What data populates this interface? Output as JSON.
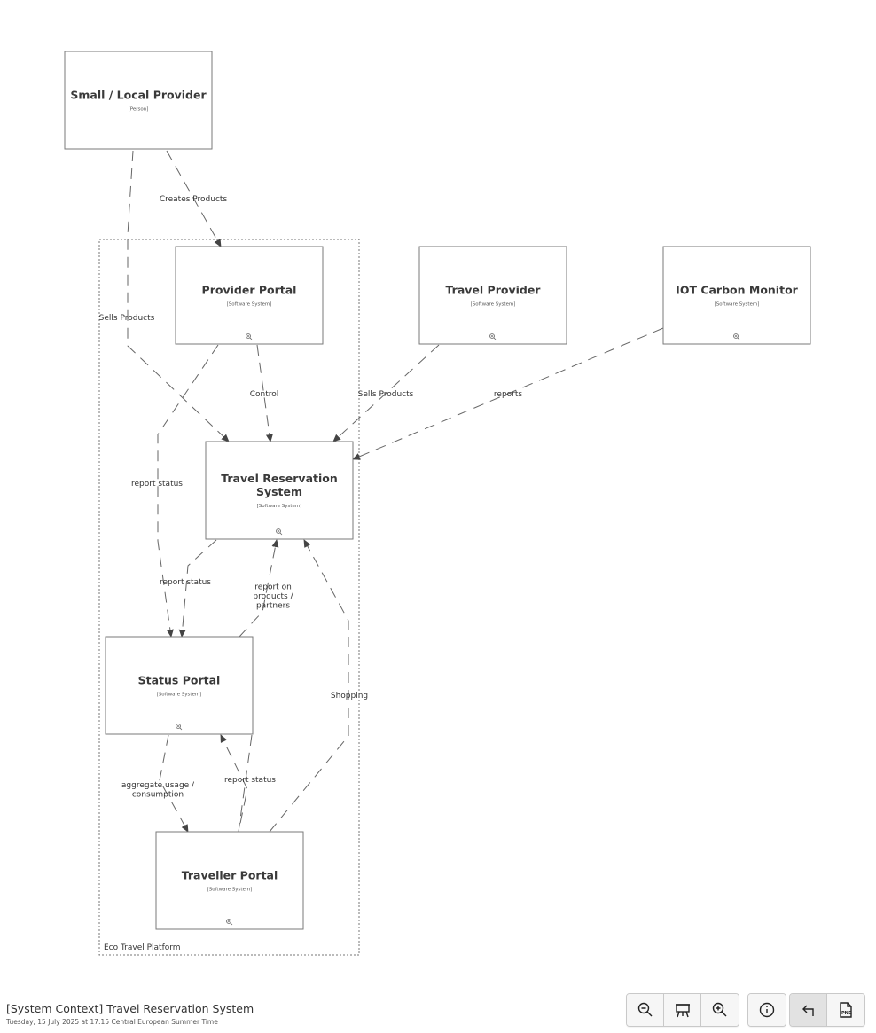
{
  "diagram": {
    "boundary": {
      "label": "Eco Travel Platform"
    },
    "nodes": [
      {
        "id": "small-local-provider",
        "title": [
          "Small / Local Provider"
        ],
        "type": "[Person]",
        "zoom_icon": false
      },
      {
        "id": "provider-portal",
        "title": [
          "Provider Portal"
        ],
        "type": "[Software System]",
        "zoom_icon": true
      },
      {
        "id": "travel-provider",
        "title": [
          "Travel Provider"
        ],
        "type": "[Software System]",
        "zoom_icon": true
      },
      {
        "id": "iot-carbon-monitor",
        "title": [
          "IOT Carbon Monitor"
        ],
        "type": "[Software System]",
        "zoom_icon": true
      },
      {
        "id": "travel-reservation-system",
        "title": [
          "Travel Reservation",
          "System"
        ],
        "type": "[Software System]",
        "zoom_icon": true
      },
      {
        "id": "status-portal",
        "title": [
          "Status Portal"
        ],
        "type": "[Software System]",
        "zoom_icon": true
      },
      {
        "id": "traveller-portal",
        "title": [
          "Traveller Portal"
        ],
        "type": "[Software System]",
        "zoom_icon": true
      }
    ],
    "edges": [
      {
        "from": "small-local-provider",
        "to": "provider-portal",
        "label": [
          "Creates Products"
        ]
      },
      {
        "from": "small-local-provider",
        "to": "travel-reservation-system",
        "label": [
          "Sells Products"
        ]
      },
      {
        "from": "provider-portal",
        "to": "travel-reservation-system",
        "label": [
          "Control"
        ]
      },
      {
        "from": "travel-provider",
        "to": "travel-reservation-system",
        "label": [
          "Sells Products"
        ]
      },
      {
        "from": "iot-carbon-monitor",
        "to": "travel-reservation-system",
        "label": [
          "reports"
        ]
      },
      {
        "from": "provider-portal",
        "to": "status-portal",
        "label": [
          "report status"
        ]
      },
      {
        "from": "travel-reservation-system",
        "to": "status-portal",
        "label": [
          "report status"
        ]
      },
      {
        "from": "status-portal",
        "to": "travel-reservation-system",
        "label": [
          "report on",
          "products /",
          "partners"
        ]
      },
      {
        "from": "traveller-portal",
        "to": "travel-reservation-system",
        "label": [
          "Shopping"
        ]
      },
      {
        "from": "status-portal",
        "to": "traveller-portal",
        "label": [
          "aggregate usage /",
          "consumption"
        ]
      },
      {
        "from": "traveller-portal",
        "to": "status-portal",
        "label": [
          "report status"
        ]
      }
    ]
  },
  "footer": {
    "title": "[System Context] Travel Reservation System",
    "date": "Tuesday, 15 July 2025 at 17:15 Central European Summer Time"
  },
  "toolbar": {
    "groups": [
      [
        {
          "icon": "zoom-out-icon"
        },
        {
          "icon": "presentation-icon"
        },
        {
          "icon": "zoom-in-icon"
        }
      ],
      [
        {
          "icon": "info-icon"
        }
      ],
      [
        {
          "icon": "undo-icon",
          "active": true
        },
        {
          "icon": "png-export-icon",
          "text": "PNG"
        }
      ]
    ]
  }
}
